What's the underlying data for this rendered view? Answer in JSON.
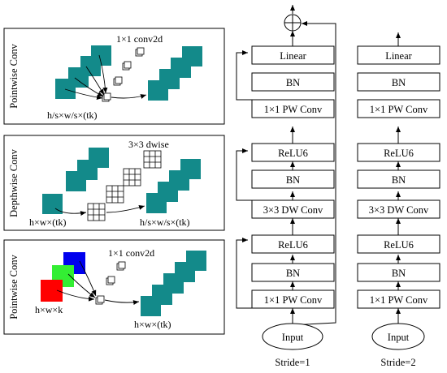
{
  "panels": [
    {
      "side_label": "Pointwise Conv",
      "kernel_label": "1×1 conv2d",
      "dim_label": "h/s×w/s×(tk)"
    },
    {
      "side_label": "Depthwise Conv",
      "kernel_label": "3×3 dwise",
      "input_dim_label": "h×w×(tk)",
      "output_dim_label": "h/s×w/s×(tk)"
    },
    {
      "side_label": "Pointwise Conv",
      "kernel_label": "1×1 conv2d",
      "input_dim_label": "h×w×k",
      "output_dim_label": "h×w×(tk)"
    }
  ],
  "stride1": {
    "blocks": [
      "Linear",
      "BN",
      "1×1 PW Conv",
      "ReLU6",
      "BN",
      "3×3 DW Conv",
      "ReLU6",
      "BN",
      "1×1 PW Conv"
    ],
    "input_label": "Input",
    "caption": "Stride=1"
  },
  "stride2": {
    "blocks": [
      "Linear",
      "BN",
      "1×1 PW Conv",
      "ReLU6",
      "BN",
      "3×3 DW Conv",
      "ReLU6",
      "BN",
      "1×1 PW Conv"
    ],
    "input_label": "Input",
    "caption": "Stride=2"
  },
  "colors": {
    "feature_map": "#138a8a",
    "input_red": "#ff0000",
    "input_green": "#33ee33",
    "input_blue": "#0000ee",
    "line": "#000000"
  }
}
